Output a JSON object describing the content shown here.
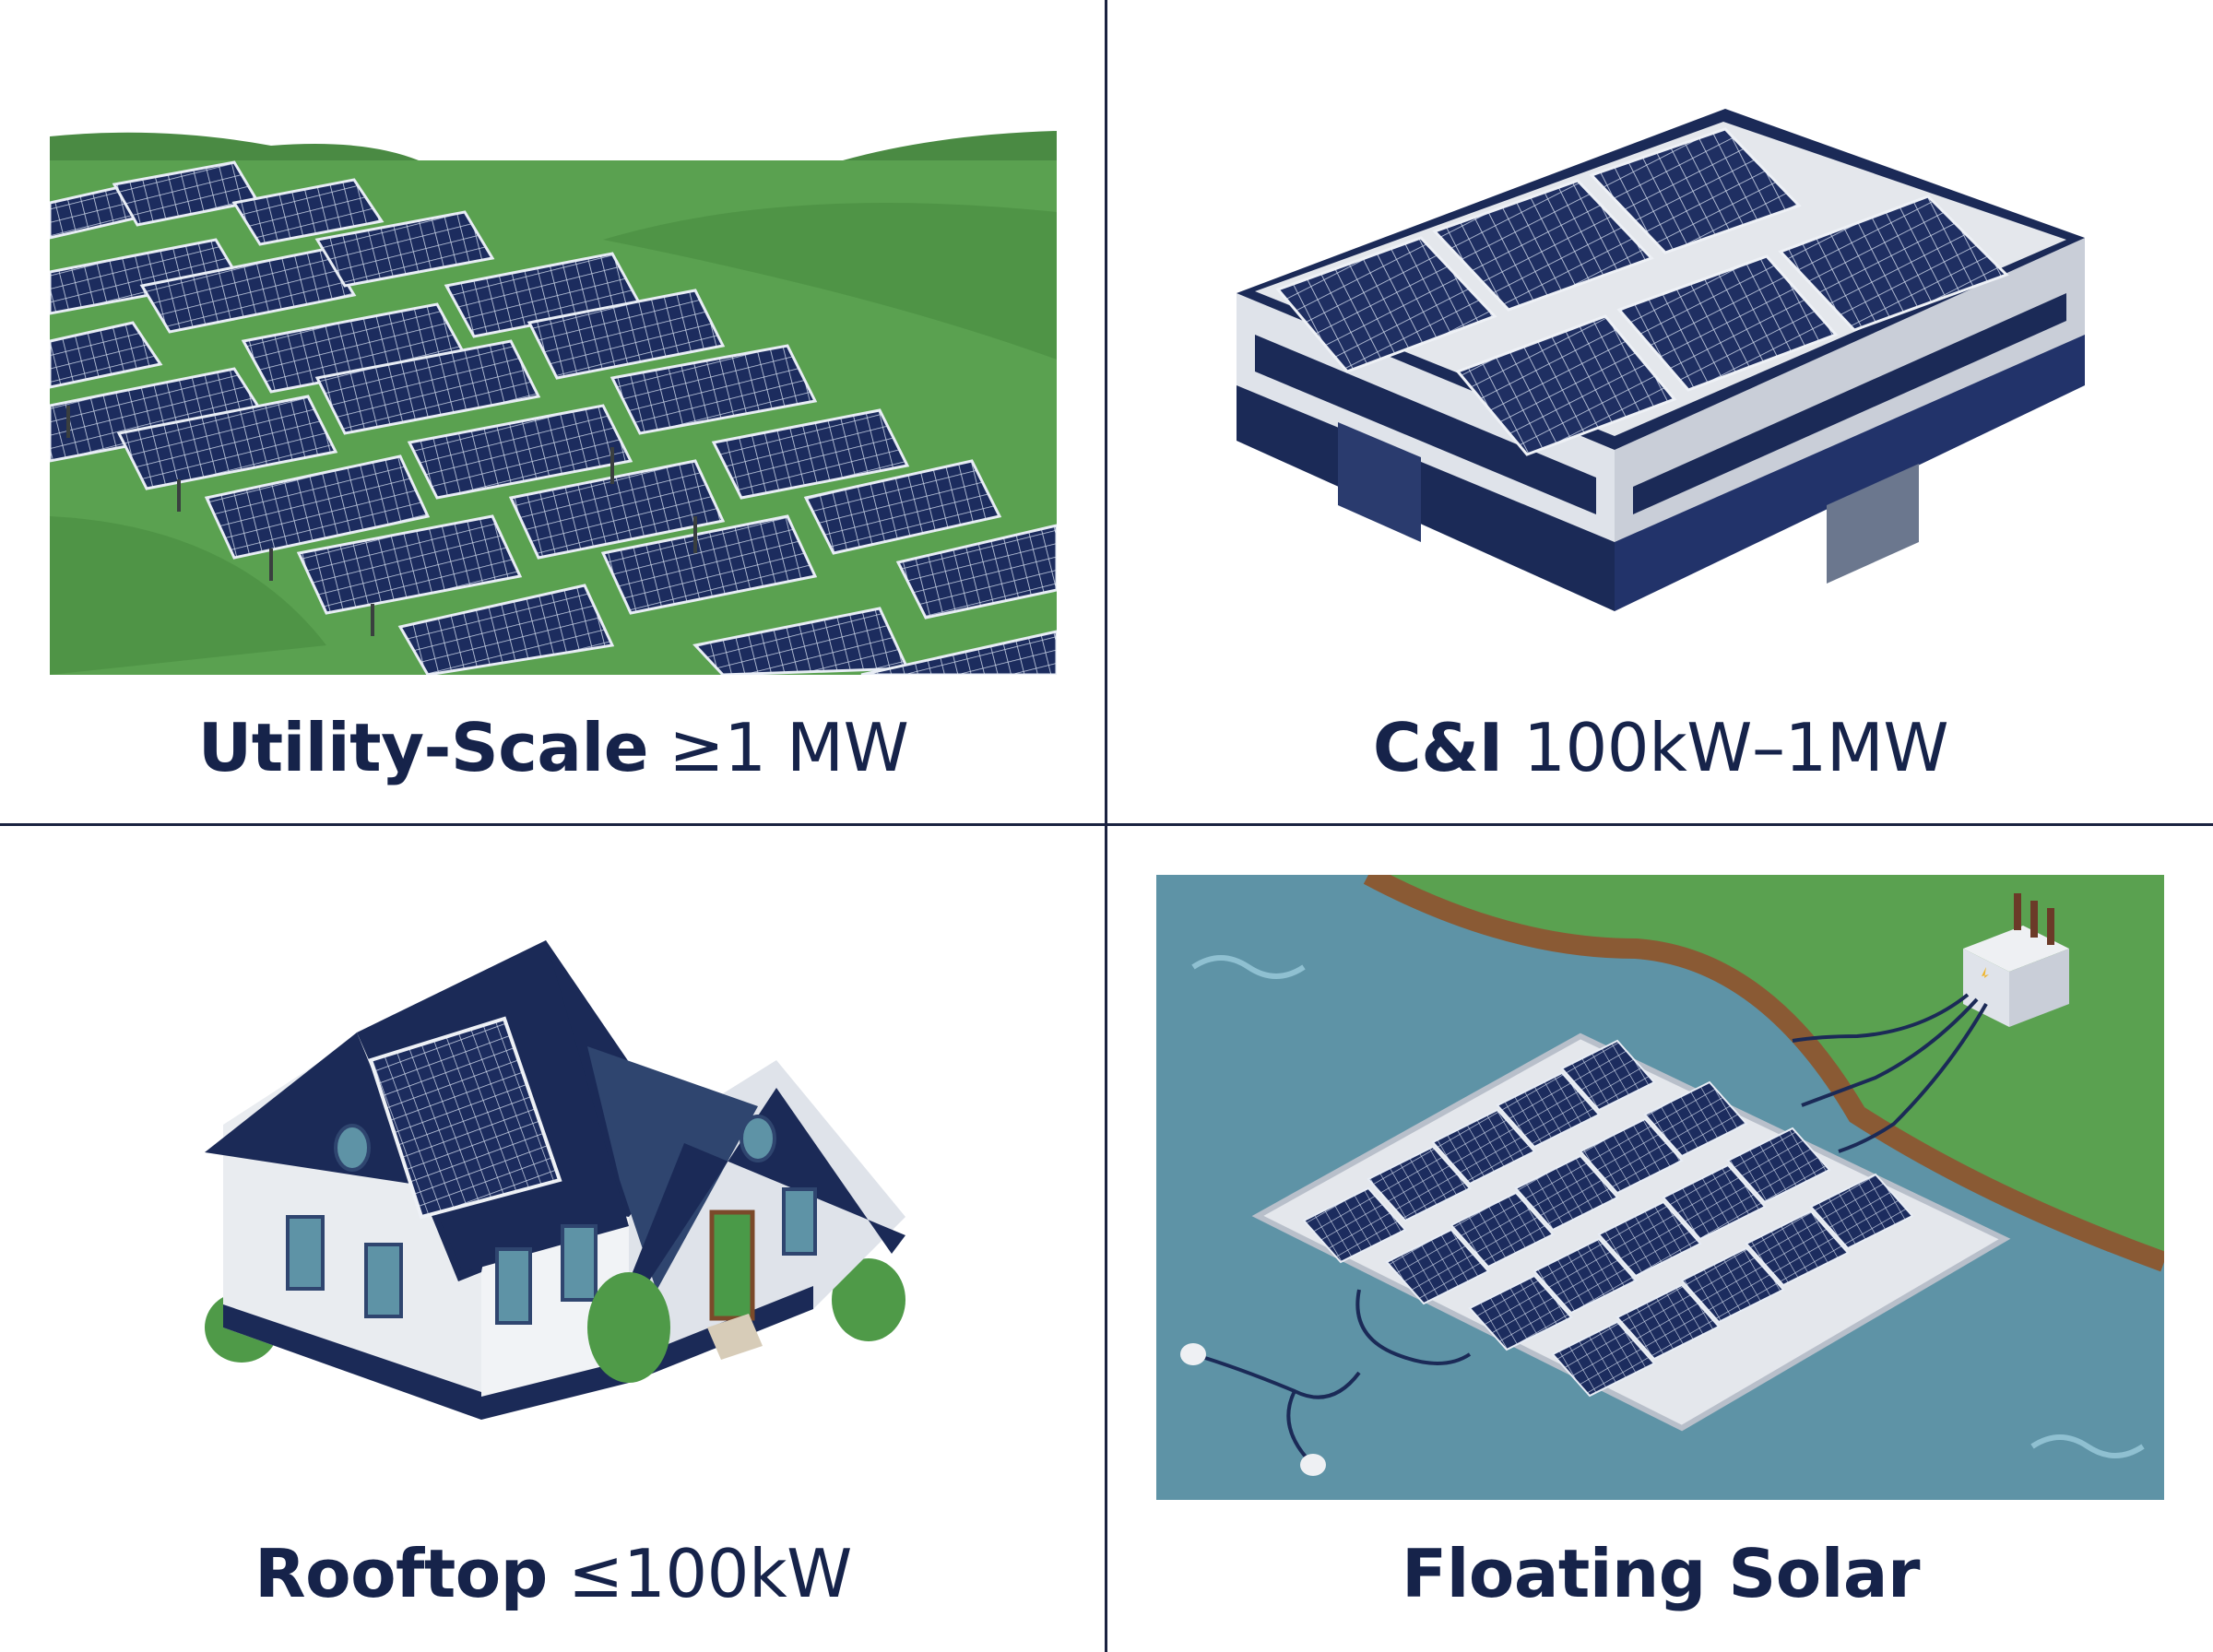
{
  "layout": {
    "grid": "2x2",
    "divider_color": "#1a2240"
  },
  "colors": {
    "navy": "#16234a",
    "panel": "#1c2c5e",
    "grass": "#5aa150",
    "grass_dark": "#4a8a43",
    "water": "#5e93a6",
    "wall": "#e6e9ee",
    "shore": "#8a5a34"
  },
  "quadrants": [
    {
      "id": "utility",
      "illustration": "solar-farm-on-hills",
      "label_bold": "Utility-Scale",
      "label_regular": " ≥1 MW"
    },
    {
      "id": "ci",
      "illustration": "warehouse-with-rooftop-solar",
      "label_bold": "C&I",
      "label_regular": " 100kW–1MW"
    },
    {
      "id": "rooftop",
      "illustration": "house-with-rooftop-panels",
      "label_bold": "Rooftop",
      "label_regular": " ≤100kW"
    },
    {
      "id": "floating",
      "illustration": "floating-solar-array-on-water",
      "label_bold": "Floating Solar",
      "label_regular": ""
    }
  ]
}
